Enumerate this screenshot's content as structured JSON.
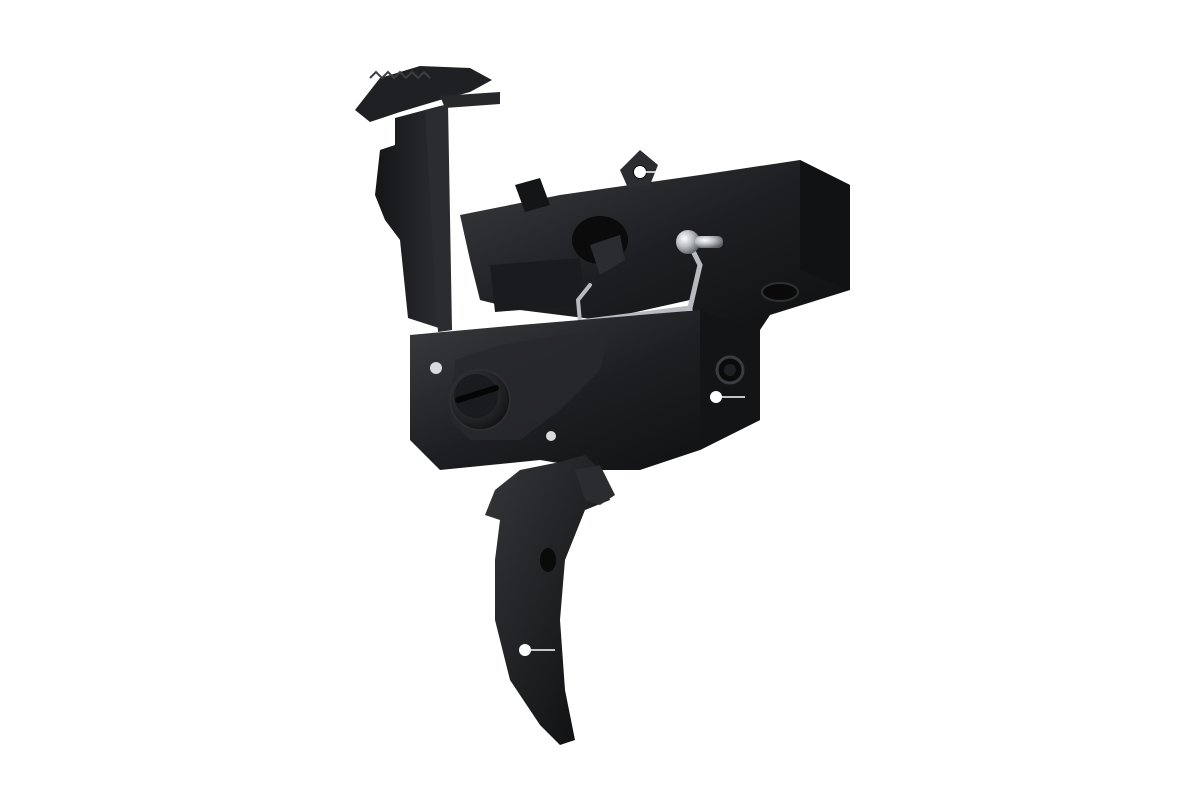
{
  "image": {
    "subject_icon": "rifle-trigger-assembly",
    "background_color": "#ffffff",
    "body_color": "#1c1d1f",
    "metal_color": "#c9cdd1"
  },
  "hotspots": [
    {
      "id": "safety-pin",
      "marker_color": "#ffffff"
    },
    {
      "id": "adjustment-screw",
      "marker_color": "#ffffff"
    },
    {
      "id": "trigger-blade",
      "marker_color": "#ffffff"
    }
  ]
}
